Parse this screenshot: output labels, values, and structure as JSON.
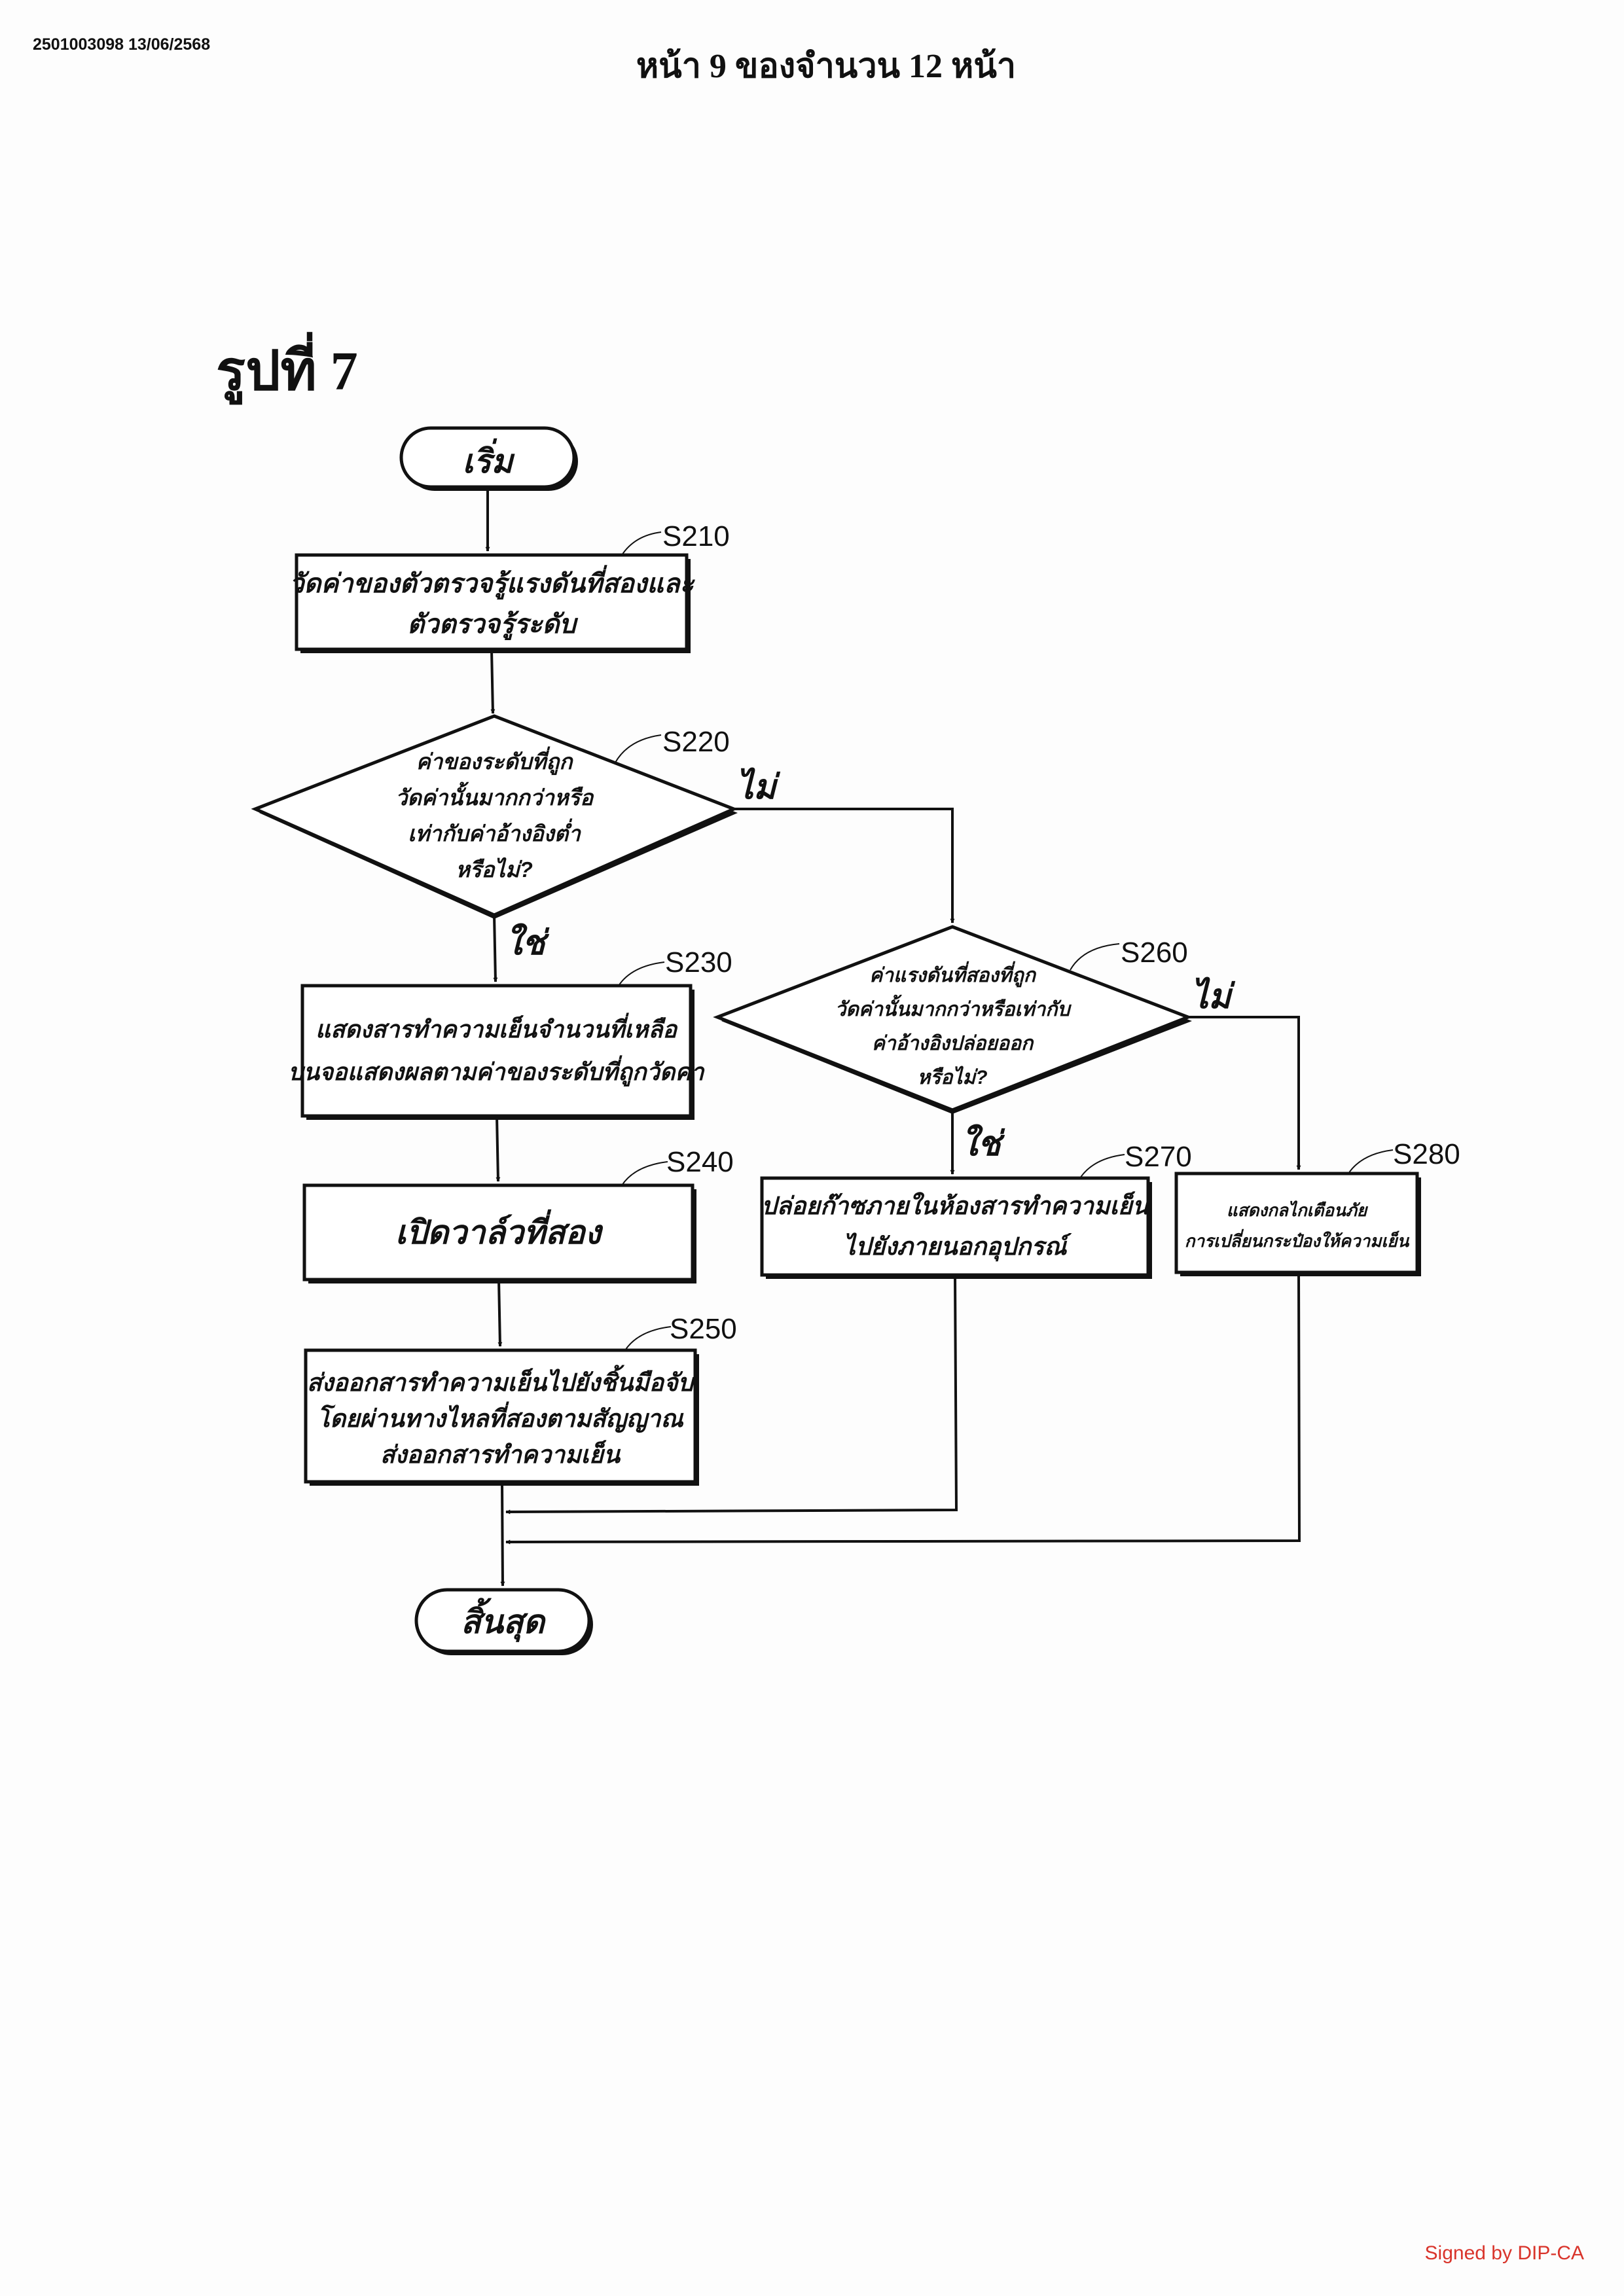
{
  "header": {
    "doc_id": "2501003098 13/06/2568",
    "page_info": "หน้า 9 ของจำนวน 12 หน้า",
    "figure_title": "รูปที่ 7"
  },
  "flowchart": {
    "start": "เริ่ม",
    "end": "สิ้นสุด",
    "yes": "ใช่",
    "no": "ไม่",
    "steps": {
      "s210": {
        "id": "S210",
        "lines": [
          "วัดค่าของตัวตรวจรู้แรงดันที่สองและ",
          "ตัวตรวจรู้ระดับ"
        ]
      },
      "s220": {
        "id": "S220",
        "lines": [
          "ค่าของระดับที่ถูก",
          "วัดค่านั้นมากกว่าหรือ",
          "เท่ากับค่าอ้างอิงต่ำ",
          "หรือไม่?"
        ]
      },
      "s230": {
        "id": "S230",
        "lines": [
          "แสดงสารทำความเย็นจำนวนที่เหลือ",
          "บนจอแสดงผลตามค่าของระดับที่ถูกวัดค่า"
        ]
      },
      "s240": {
        "id": "S240",
        "lines": [
          "เปิดวาล์วที่สอง"
        ]
      },
      "s250": {
        "id": "S250",
        "lines": [
          "ส่งออกสารทำความเย็นไปยังชิ้นมือจับ",
          "โดยผ่านทางไหลที่สองตามสัญญาณ",
          "ส่งออกสารทำความเย็น"
        ]
      },
      "s260": {
        "id": "S260",
        "lines": [
          "ค่าแรงดันที่สองที่ถูก",
          "วัดค่านั้นมากกว่าหรือเท่ากับ",
          "ค่าอ้างอิงปล่อยออก",
          "หรือไม่?"
        ]
      },
      "s270": {
        "id": "S270",
        "lines": [
          "ปล่อยก๊าซภายในห้องสารทำความเย็น",
          "ไปยังภายนอกอุปกรณ์"
        ]
      },
      "s280": {
        "id": "S280",
        "lines": [
          "แสดงกลไกเตือนภัย",
          "การเปลี่ยนกระป๋องให้ความเย็น"
        ]
      }
    }
  },
  "footer": {
    "signature": "Signed by DIP-CA",
    "signature_color": "#d9342b"
  }
}
